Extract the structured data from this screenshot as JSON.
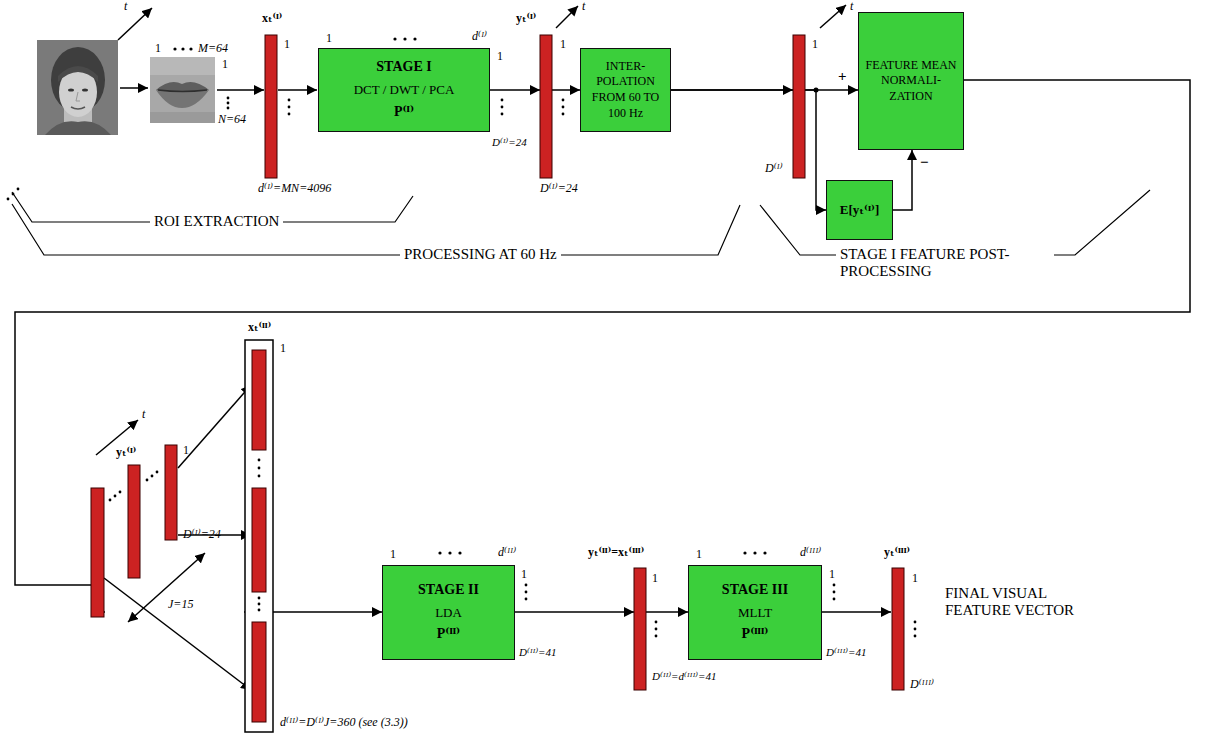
{
  "diagram": {
    "nodes": [
      {
        "text": [
          "STAGE I",
          "DCT / DWT / PCA",
          "P⁽ᴵ⁾"
        ]
      },
      {
        "text": [
          "INTER- POLATION FROM 60 TO 100 Hz"
        ]
      },
      {
        "text": [
          "FEATURE MEAN NORMALI- ZATION"
        ]
      },
      {
        "text": [
          "E[yₜ⁽ᴵ⁾]"
        ]
      },
      {
        "text": [
          "STAGE II",
          "LDA",
          "P⁽ᴵᴵ⁾"
        ]
      },
      {
        "text": [
          "STAGE III",
          "MLLT",
          "P⁽ᴵᴵᴵ⁾"
        ]
      }
    ],
    "edges": [
      {
        "from": 0,
        "to": 1,
        "arrow": "to"
      },
      {
        "from": 1,
        "to": 2,
        "arrow": "to"
      },
      {
        "from": 1,
        "to": 3,
        "arrow": "to"
      },
      {
        "from": 3,
        "to": 2,
        "arrow": "to"
      },
      {
        "from": 2,
        "to": 4,
        "arrow": "to"
      },
      {
        "from": 4,
        "to": 5,
        "arrow": "to"
      }
    ],
    "labels": [
      "t",
      "1",
      "M=64",
      "1",
      "N=64",
      "xₜ⁽ᴵ⁾",
      "1",
      "d⁽ᴵ⁾=MN=4096",
      "1",
      "d⁽ᴵ⁾",
      "1",
      "D⁽ᴵ⁾=24",
      "yₜ⁽ᴵ⁾",
      "t",
      "1",
      "D⁽ᴵ⁾=24",
      "t",
      "1",
      "D⁽ᴵ⁾",
      "+",
      "−",
      "ROI EXTRACTION",
      "PROCESSING AT 60 Hz",
      "STAGE I FEATURE POST-PROCESSING",
      "t",
      "yₜ⁽ᴵ⁾",
      "1",
      "D⁽ᴵ⁾=24",
      "J=15",
      "xₜ⁽ᴵᴵ⁾",
      "1",
      "d⁽ᴵᴵ⁾=D⁽ᴵ⁾J=360 (see (3.3))",
      "1",
      "d⁽ᴵᴵ⁾",
      "1",
      "D⁽ᴵᴵ⁾=41",
      "yₜ⁽ᴵᴵ⁾=xₜ⁽ᴵᴵᴵ⁾",
      "1",
      "D⁽ᴵᴵ⁾=d⁽ᴵᴵᴵ⁾=41",
      "1",
      "d⁽ᴵᴵᴵ⁾",
      "1",
      "D⁽ᴵᴵᴵ⁾=41",
      "yₜ⁽ᴵᴵᴵ⁾",
      "1",
      "D⁽ᴵᴵᴵ⁾",
      "FINAL VISUAL FEATURE VECTOR"
    ]
  }
}
